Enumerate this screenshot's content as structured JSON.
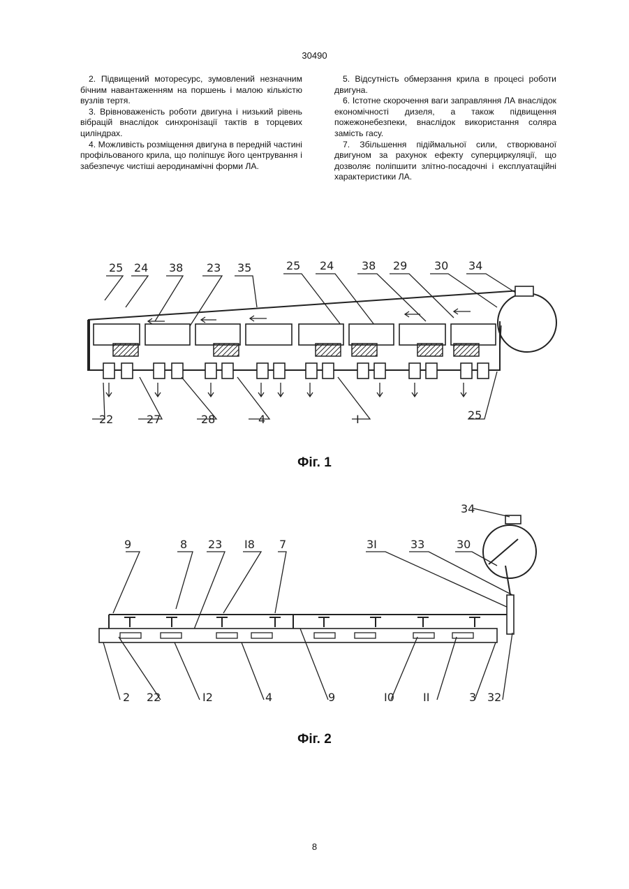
{
  "header": {
    "patent_number": "30490"
  },
  "left_column": [
    "2. Підвищений моторесурс, зумовлений незначним бічним навантаженням на поршень і малою кількістю вузлів тертя.",
    "3. Врівноваженість роботи двигуна і низький рівень вібрацій внаслідок синхронізації тактів в торцевих циліндрах.",
    "4. Можливість розміщення двигуна в передній частині профільованого крила, що поліпшує його центрування і забезпечує чистіші аеродинамічні форми ЛА."
  ],
  "right_column": [
    "5. Відсутність обмерзання крила в процесі роботи двигуна.",
    "6. Істотне скорочення ваги заправляння ЛА внаслідок економічності дизеля, а також підвищення пожежонебезпеки, внаслідок використання соляра замість гасу.",
    "7. Збільшення підіймальної сили, створюваної двигуном за рахунок ефекту суперциркуляції, що дозволяє поліпшити злітно-посадочні і експлуатаційні характеристики ЛА."
  ],
  "figure1": {
    "caption": "Фіг. 1",
    "labels_top": [
      "25",
      "24",
      "38",
      "23",
      "35",
      "25",
      "24",
      "38",
      "29",
      "30",
      "34"
    ],
    "labels_bottom": [
      "22",
      "27",
      "28",
      "4",
      "I",
      "25"
    ]
  },
  "figure2": {
    "caption": "Фіг. 2",
    "labels_top": [
      "34",
      "9",
      "8",
      "23",
      "I8",
      "7",
      "3I",
      "33",
      "30"
    ],
    "labels_bottom": [
      "2",
      "22",
      "I2",
      "4",
      "9",
      "I0",
      "II",
      "3",
      "32"
    ]
  },
  "footer": {
    "page_number": "8"
  }
}
